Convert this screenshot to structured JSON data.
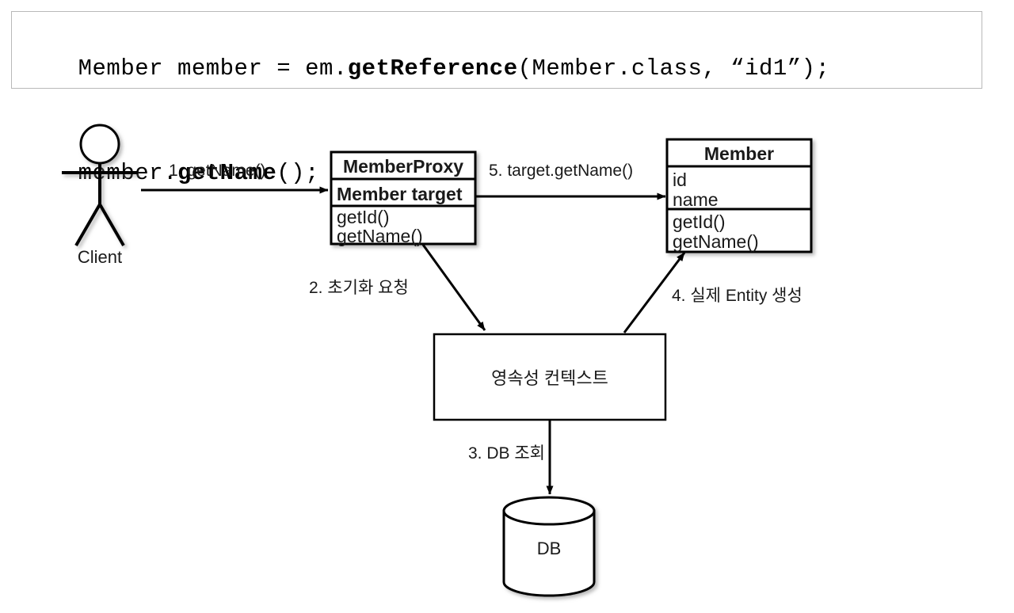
{
  "code_snippet": {
    "line1_parts": [
      {
        "text": "Member member = em.",
        "bold": false
      },
      {
        "text": "getReference",
        "bold": true
      },
      {
        "text": "(Member.class, “id1”);",
        "bold": false
      }
    ],
    "line2_parts": [
      {
        "text": "member.",
        "bold": false
      },
      {
        "text": "getName",
        "bold": true
      },
      {
        "text": "();",
        "bold": false
      }
    ],
    "line1_plain": "Member member = em.getReference(Member.class, “id1”);",
    "line2_plain": "member.getName();"
  },
  "diagram": {
    "actor": {
      "label": "Client"
    },
    "classes": [
      {
        "id": "member-proxy",
        "title": "MemberProxy",
        "attributes": [
          "Member target"
        ],
        "methods": [
          "getId()",
          "getName()"
        ]
      },
      {
        "id": "member",
        "title": "Member",
        "attributes": [
          "id",
          "name"
        ],
        "methods": [
          "getId()",
          "getName()"
        ]
      }
    ],
    "nodes": [
      {
        "id": "persistence-context",
        "label": "영속성 컨텍스트"
      },
      {
        "id": "database",
        "label": "DB"
      }
    ],
    "edges": [
      {
        "id": "edge-1",
        "label": "1. getName()"
      },
      {
        "id": "edge-2",
        "label": "2. 초기화 요청"
      },
      {
        "id": "edge-3",
        "label": "3. DB 조회"
      },
      {
        "id": "edge-4",
        "label": "4. 실제 Entity 생성"
      },
      {
        "id": "edge-5",
        "label": "5. target.getName()"
      }
    ]
  },
  "colors": {
    "stroke": "#000000",
    "text": "#1a1a1a",
    "background": "#ffffff",
    "code_border": "#b9b9b9"
  }
}
